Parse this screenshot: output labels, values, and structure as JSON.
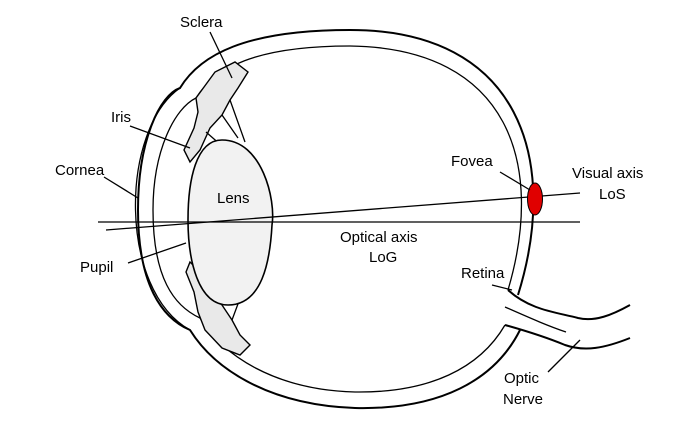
{
  "labels": {
    "sclera": "Sclera",
    "iris": "Iris",
    "cornea": "Cornea",
    "pupil": "Pupil",
    "lens": "Lens",
    "fovea": "Fovea",
    "visual_axis_line1": "Visual axis",
    "visual_axis_line2": "LoS",
    "optical_axis_line1": "Optical axis",
    "optical_axis_line2": "LoG",
    "retina": "Retina",
    "optic_line1": "Optic",
    "optic_line2": "Nerve"
  },
  "colors": {
    "fovea": "#e00000",
    "line": "#000000",
    "tissue": "#e9e9e9",
    "background": "#ffffff"
  }
}
